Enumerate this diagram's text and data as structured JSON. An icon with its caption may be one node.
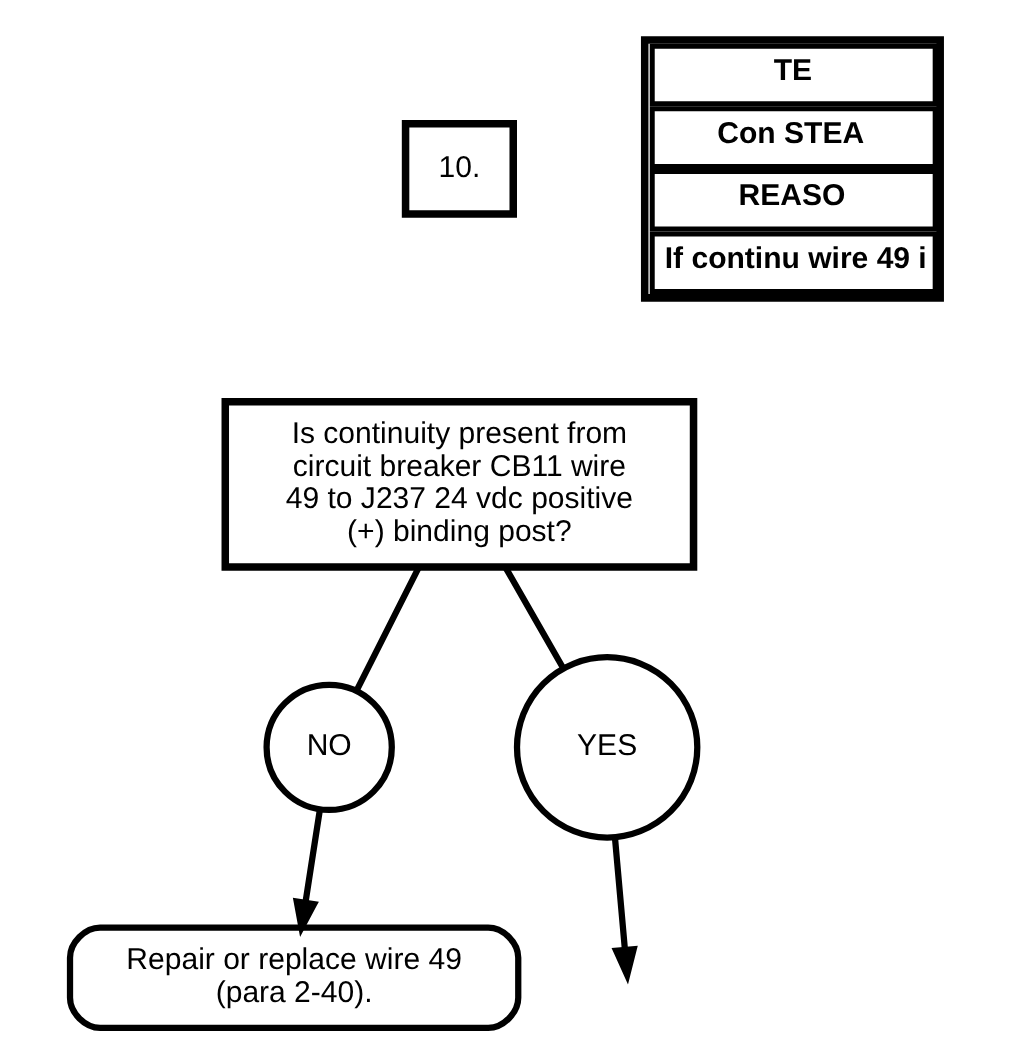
{
  "diagram": {
    "nodes": [
      {
        "text": [
          "10."
        ]
      },
      {
        "text": [
          "Is continuity present from circuit breaker CB11 wire 49 to J237 24 vdc positive (+) binding post?"
        ]
      },
      {
        "text": [
          "NO"
        ]
      },
      {
        "text": [
          "Repair or replace wire 49 (para 2-40)."
        ]
      },
      {
        "text": [
          "YES"
        ]
      }
    ],
    "edges": [
      {
        "from": 1,
        "to": 2,
        "arrow": "none"
      },
      {
        "from": 2,
        "to": 3,
        "arrow": "to"
      },
      {
        "from": 1,
        "to": 4,
        "arrow": "none"
      },
      {
        "from": 4,
        "to": null,
        "arrow": "to"
      }
    ],
    "labels": [
      "TE",
      "Con STEA",
      "REASO",
      "If continu wire 49 i"
    ]
  }
}
